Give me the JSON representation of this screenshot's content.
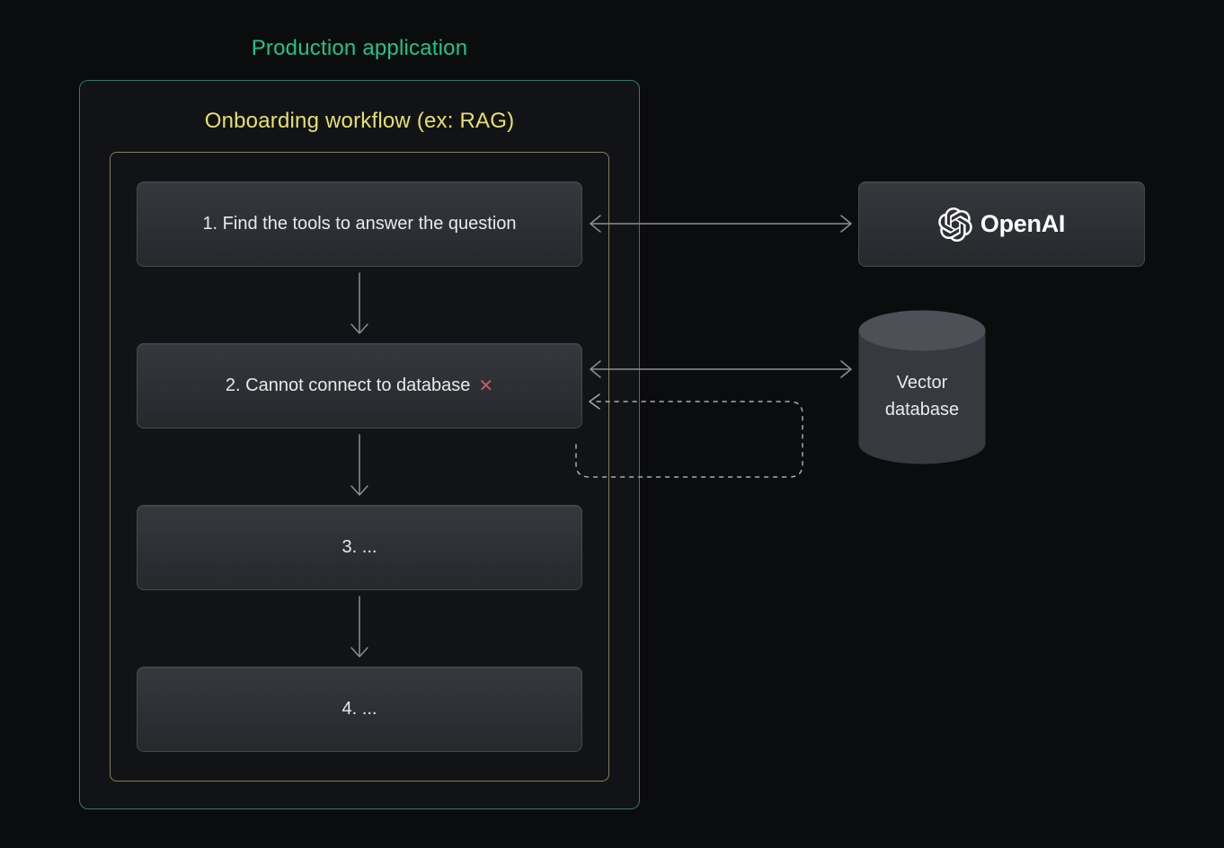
{
  "titles": {
    "outer": "Production application",
    "inner": "Onboarding workflow (ex: RAG)"
  },
  "steps": [
    {
      "label": "1. Find the tools to answer the question"
    },
    {
      "label": "2. Cannot connect to database",
      "error_icon": "✕"
    },
    {
      "label": "3. ..."
    },
    {
      "label": "4. ..."
    }
  ],
  "external": {
    "openai_label": "OpenAI",
    "vector_db_label": "Vector database"
  },
  "colors": {
    "outer_title_green": "#1dc689",
    "outer_border_green": "#2b7d63",
    "inner_title_yellow": "#e6e06e",
    "inner_border_yellow": "#8a8152",
    "error_x_red": "#c25d66",
    "arrow_gray": "#8b8e92",
    "dashed_arrow_gray": "#a8abae",
    "node_text": "#e9eaeb",
    "background": "#0b0c0d"
  }
}
